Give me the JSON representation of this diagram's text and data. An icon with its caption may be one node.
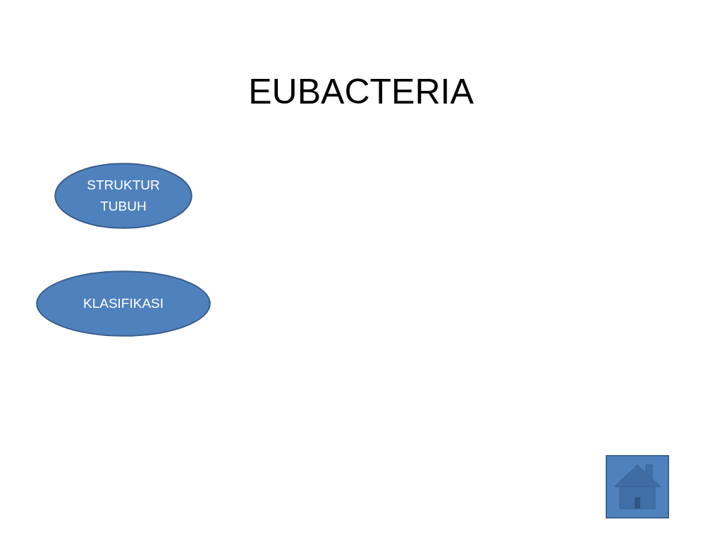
{
  "diagram": {
    "title": "EUBACTERIA",
    "nodes": [
      {
        "text": [
          "STRUKTUR TUBUH"
        ]
      },
      {
        "text": [
          "KLASIFIKASI"
        ]
      }
    ]
  }
}
